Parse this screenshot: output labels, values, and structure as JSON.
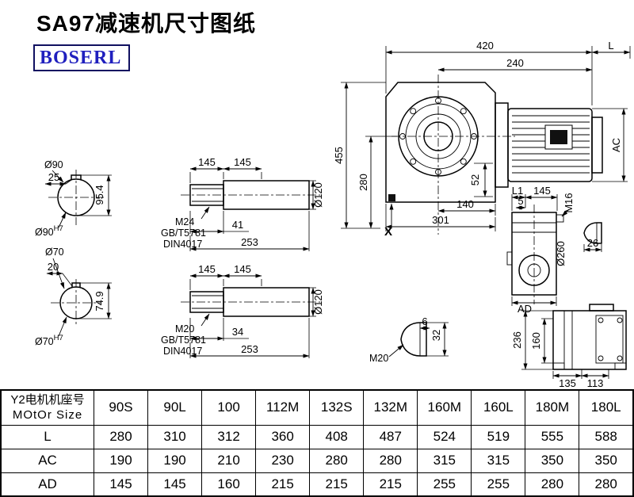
{
  "title": "SA97减速机尺寸图纸",
  "logo": "BOSERL",
  "colors": {
    "logo_blue": "#1f1fbe",
    "line_black": "#000000"
  },
  "main_view": {
    "dim_420": "420",
    "dim_L": "L",
    "dim_240": "240",
    "dim_455": "455",
    "dim_280": "280",
    "dim_AC": "AC",
    "dim_52": "52",
    "dim_140": "140",
    "dim_301": "301",
    "label_X": "X"
  },
  "bore_views": {
    "top": {
      "dia_label": "Ø90",
      "key_width": "25",
      "key_height": "95.4",
      "bore_label": "Ø90",
      "bore_tol": "H7"
    },
    "bottom": {
      "dia_label": "Ø70",
      "key_width": "20",
      "key_height": "74.9",
      "bore_label": "Ø70",
      "bore_tol": "H7"
    }
  },
  "shaft_views": {
    "top": {
      "dim1": "145",
      "dim2": "145",
      "dia": "Ø120",
      "thread": "M24",
      "std1": "GB/T5781",
      "std2": "DIN4017",
      "thread_len": "41",
      "total_len": "253"
    },
    "bottom": {
      "dim1": "145",
      "dim2": "145",
      "dia": "Ø120",
      "thread": "M20",
      "std1": "GB/T5781",
      "std2": "DIN4017",
      "thread_len": "34",
      "total_len": "253"
    }
  },
  "output_view": {
    "dim_L1": "L1",
    "dim_145": "145",
    "dim_5": "5",
    "thread": "M16",
    "dia": "Ø260",
    "dim_26": "26",
    "dim_AD": "AD"
  },
  "plug_view": {
    "dim_6": "6",
    "dim_32": "32",
    "thread": "M20"
  },
  "rear_view": {
    "dim_236": "236",
    "dim_160": "160",
    "dim_135": "135",
    "dim_113": "113"
  },
  "table": {
    "row_header_line1": "Y2电机机座号",
    "row_header_line2": "MOtOr Size",
    "columns": [
      "90S",
      "90L",
      "100",
      "112M",
      "132S",
      "132M",
      "160M",
      "160L",
      "180M",
      "180L"
    ],
    "rows": [
      {
        "label": "L",
        "values": [
          "280",
          "310",
          "312",
          "360",
          "408",
          "487",
          "524",
          "519",
          "555",
          "588"
        ]
      },
      {
        "label": "AC",
        "values": [
          "190",
          "190",
          "210",
          "230",
          "280",
          "280",
          "315",
          "315",
          "350",
          "350"
        ]
      },
      {
        "label": "AD",
        "values": [
          "145",
          "145",
          "160",
          "215",
          "215",
          "215",
          "255",
          "255",
          "280",
          "280"
        ]
      }
    ]
  }
}
